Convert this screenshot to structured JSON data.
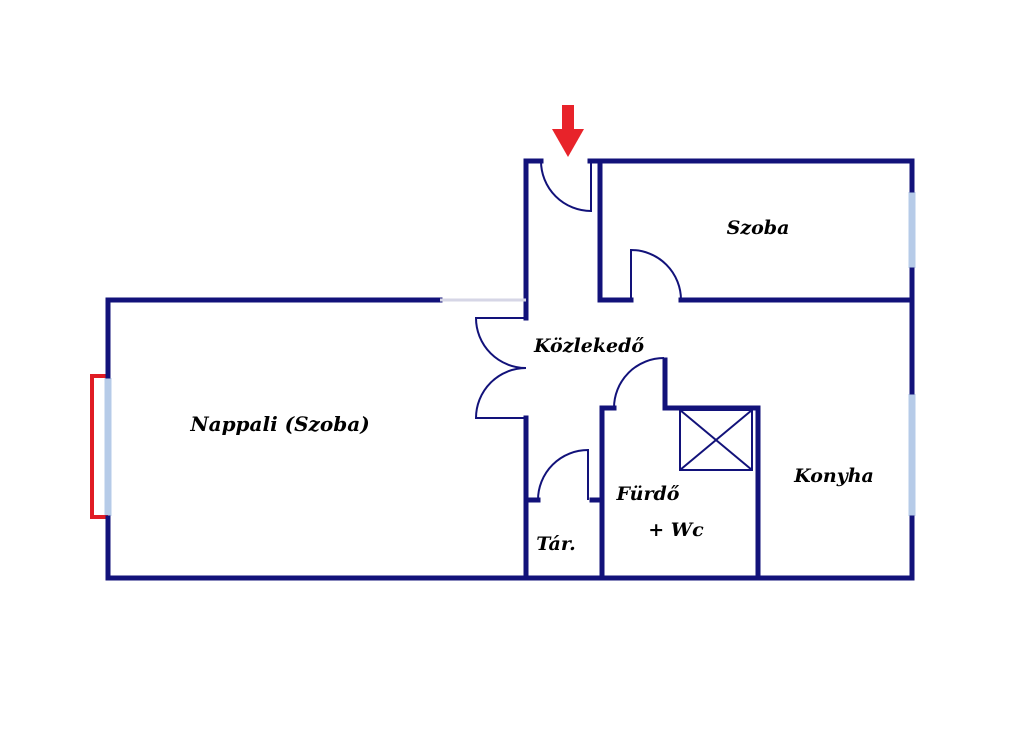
{
  "colors": {
    "wall": "#12127a",
    "window": "#b6cbe8",
    "balcony": "#e01c24",
    "entrance_arrow": "#e8232a"
  },
  "icons": {
    "entrance": "down-arrow-icon",
    "ventilation_shaft": "shaft-cross-icon"
  },
  "rooms": {
    "living_room": "Nappali (Szoba)",
    "bedroom": "Szoba",
    "hallway": "Közlekedő",
    "bathroom_line1": "Fürdő",
    "bathroom_line2": "+ Wc",
    "kitchen": "Konyha",
    "storage": "Tár."
  }
}
